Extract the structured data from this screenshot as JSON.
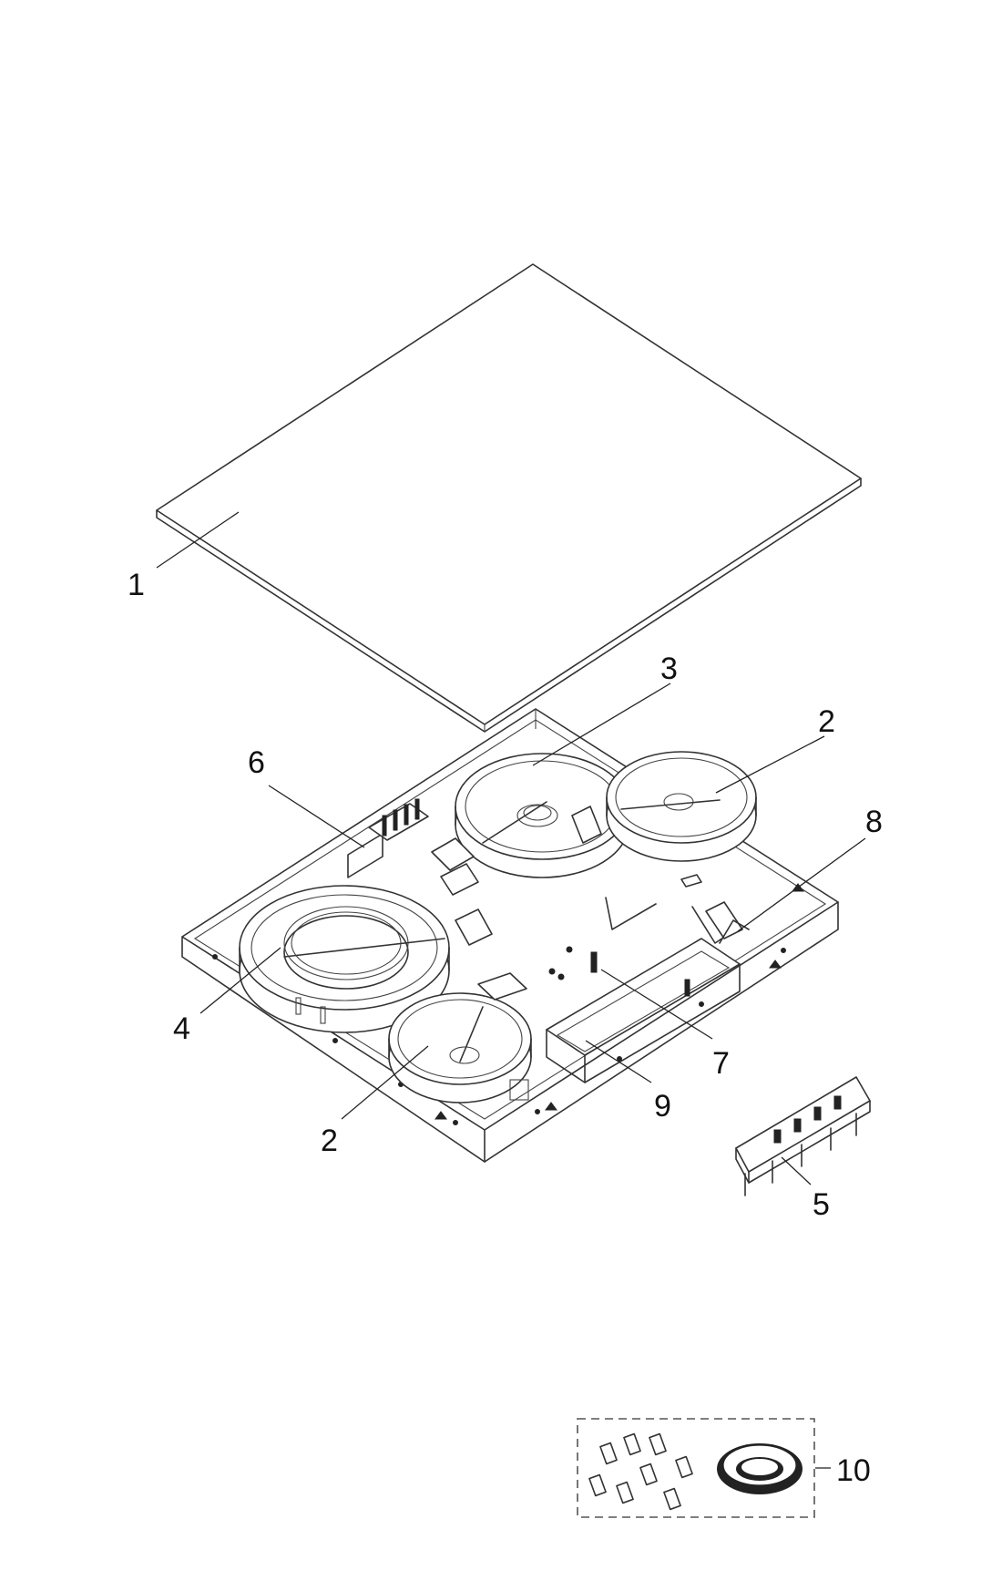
{
  "callouts": [
    {
      "id": "glass-top",
      "label": "1"
    },
    {
      "id": "burner-small-front",
      "label": "2"
    },
    {
      "id": "burner-small-rear",
      "label": "2"
    },
    {
      "id": "burner-medium",
      "label": "3"
    },
    {
      "id": "burner-dual",
      "label": "4"
    },
    {
      "id": "control-board",
      "label": "5"
    },
    {
      "id": "terminal-block",
      "label": "6"
    },
    {
      "id": "sensor-pin",
      "label": "7"
    },
    {
      "id": "bracket",
      "label": "8"
    },
    {
      "id": "board-housing",
      "label": "9"
    },
    {
      "id": "fixing-kit",
      "label": "10"
    }
  ],
  "colors": {
    "line": "#333333",
    "background": "#ffffff",
    "text": "#111111"
  }
}
